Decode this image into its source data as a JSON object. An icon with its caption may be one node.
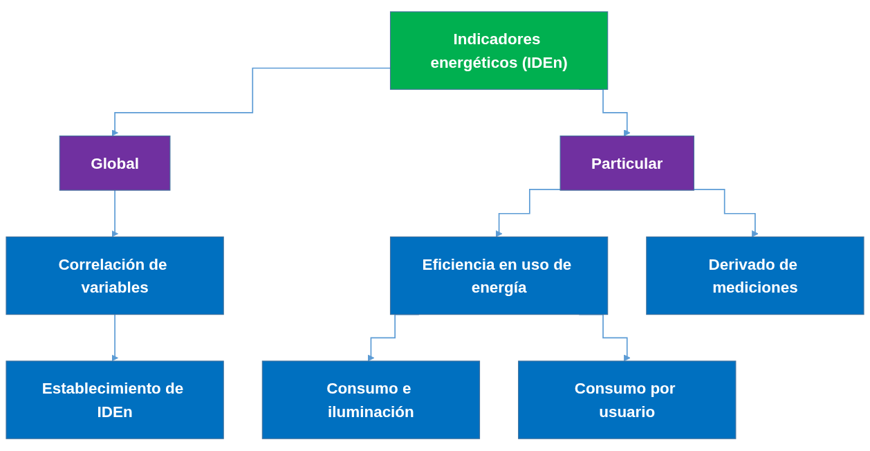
{
  "diagram": {
    "nodes": [
      {
        "text": [
          "Indicadores energéticos (IDEn)"
        ]
      },
      {
        "text": [
          "Global"
        ]
      },
      {
        "text": [
          "Particular"
        ]
      },
      {
        "text": [
          "Correlación de variables"
        ]
      },
      {
        "text": [
          "Eficiencia en uso de energía"
        ]
      },
      {
        "text": [
          "Derivado de mediciones"
        ]
      },
      {
        "text": [
          "Establecimiento de IDEn"
        ]
      },
      {
        "text": [
          "Consumo e iluminación"
        ]
      },
      {
        "text": [
          "Consumo por usuario"
        ]
      }
    ],
    "edges": [
      {
        "from": 0,
        "to": 1,
        "arrow": "to"
      },
      {
        "from": 0,
        "to": 2,
        "arrow": "to"
      },
      {
        "from": 1,
        "to": 3,
        "arrow": "to"
      },
      {
        "from": 3,
        "to": 6,
        "arrow": "to"
      },
      {
        "from": 2,
        "to": 4,
        "arrow": "to"
      },
      {
        "from": 2,
        "to": 5,
        "arrow": "to"
      },
      {
        "from": 4,
        "to": 7,
        "arrow": "to"
      },
      {
        "from": 4,
        "to": 8,
        "arrow": "to"
      }
    ]
  }
}
